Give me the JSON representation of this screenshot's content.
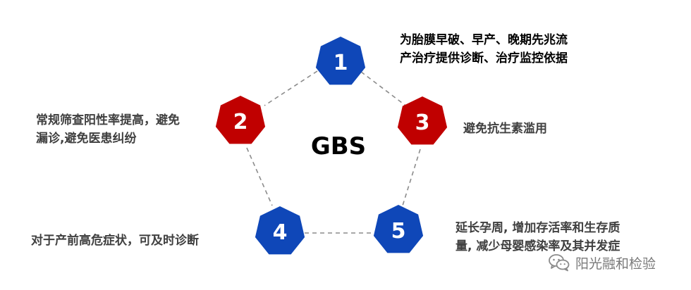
{
  "center_label": "GBS",
  "colors": {
    "blue": "#0f47b8",
    "red": "#c00000",
    "connector": "#8c8c8c"
  },
  "nodes": [
    {
      "number": "1",
      "color": "blue"
    },
    {
      "number": "2",
      "color": "red"
    },
    {
      "number": "3",
      "color": "red"
    },
    {
      "number": "4",
      "color": "blue"
    },
    {
      "number": "5",
      "color": "blue"
    }
  ],
  "notes": {
    "note1": {
      "line1": "为胎膜早破、早产、晚期先兆流",
      "line2": "产治疗提供诊断、治疗监控依据"
    },
    "note2": {
      "line1": "常规筛查阳性率提高，避免",
      "line2": "漏诊,避免医患纠纷"
    },
    "note3": {
      "line1": "避免抗生素滥用"
    },
    "note4": {
      "line1": "对于产前高危症状，可及时诊断"
    },
    "note5": {
      "line1": "延长孕周, 增加存活率和生存质",
      "line2": "量, 减少母婴感染率及其并发症"
    }
  },
  "watermark": {
    "icon": "wechat-icon",
    "text": "阳光融和检验"
  }
}
